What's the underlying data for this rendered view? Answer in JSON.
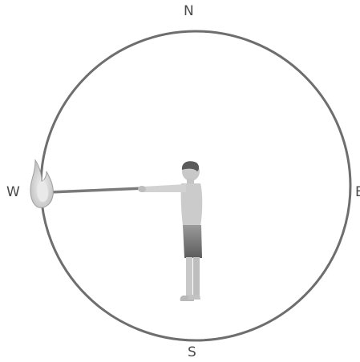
{
  "compass": {
    "north": "N",
    "west": "W",
    "east": "E",
    "south": "S"
  },
  "colors": {
    "circle": "#6e6e6e",
    "label": "#4a4a4a",
    "figure_light": "#c8c8c8",
    "figure_dark": "#6a6a6a",
    "sun": "#cfcfcf"
  },
  "icons": [
    "sun-flame-icon",
    "person-figure-icon"
  ]
}
